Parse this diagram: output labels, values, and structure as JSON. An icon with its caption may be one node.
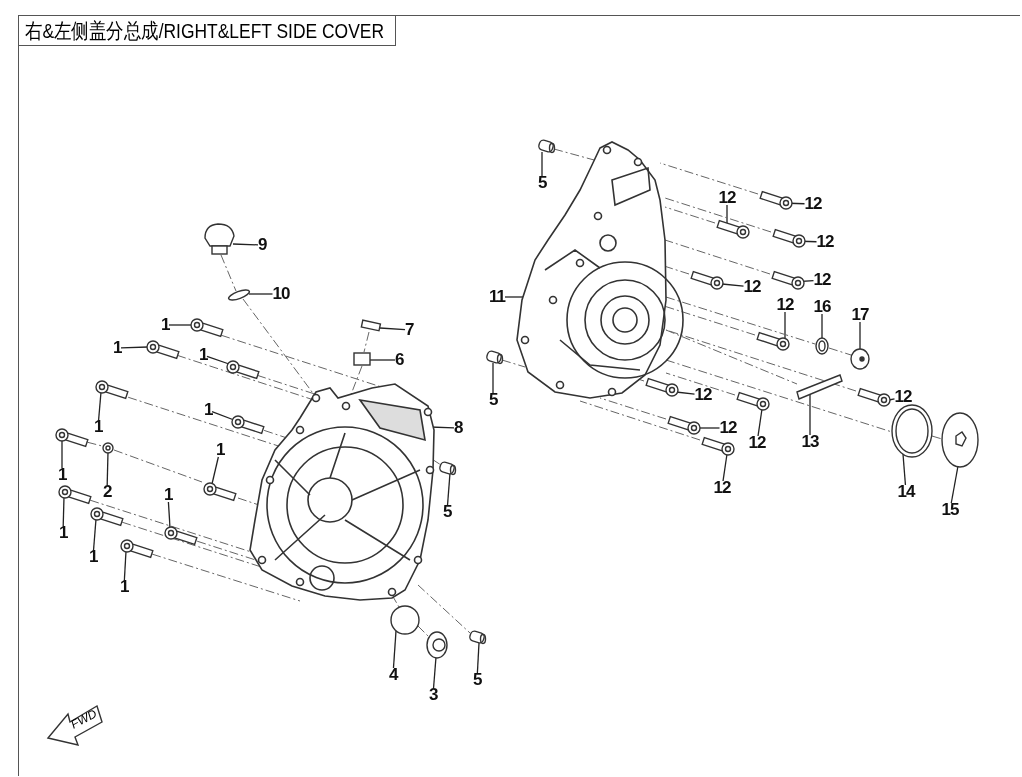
{
  "diagram": {
    "title": "右&左侧盖分总成/RIGHT&LEFT SIDE COVER",
    "nodes": [
      {
        "text": [
          "5"
        ]
      },
      {
        "text": [
          "12"
        ]
      },
      {
        "text": [
          "12"
        ]
      },
      {
        "text": [
          "12"
        ]
      },
      {
        "text": [
          "9"
        ]
      },
      {
        "text": [
          "12"
        ]
      },
      {
        "text": [
          "12"
        ]
      },
      {
        "text": [
          "10"
        ]
      },
      {
        "text": [
          "11"
        ]
      },
      {
        "text": [
          "12"
        ]
      },
      {
        "text": [
          "16"
        ]
      },
      {
        "text": [
          "17"
        ]
      },
      {
        "text": [
          "1"
        ]
      },
      {
        "text": [
          "7"
        ]
      },
      {
        "text": [
          "1"
        ]
      },
      {
        "text": [
          "1"
        ]
      },
      {
        "text": [
          "6"
        ]
      },
      {
        "text": [
          "12"
        ]
      },
      {
        "text": [
          "12"
        ]
      },
      {
        "text": [
          "5"
        ]
      },
      {
        "text": [
          "1"
        ]
      },
      {
        "text": [
          "1"
        ]
      },
      {
        "text": [
          "8"
        ]
      },
      {
        "text": [
          "12"
        ]
      },
      {
        "text": [
          "13"
        ]
      },
      {
        "text": [
          "12"
        ]
      },
      {
        "text": [
          "1"
        ]
      },
      {
        "text": [
          "1"
        ]
      },
      {
        "text": [
          "12"
        ]
      },
      {
        "text": [
          "14"
        ]
      },
      {
        "text": [
          "2"
        ]
      },
      {
        "text": [
          "1"
        ]
      },
      {
        "text": [
          "15"
        ]
      },
      {
        "text": [
          "5"
        ]
      },
      {
        "text": [
          "1"
        ]
      },
      {
        "text": [
          "1"
        ]
      },
      {
        "text": [
          "1"
        ]
      },
      {
        "text": [
          "4"
        ]
      },
      {
        "text": [
          "5"
        ]
      },
      {
        "text": [
          "3"
        ]
      },
      {
        "text": [],
        "shape": "cylinder"
      },
      {
        "text": [],
        "shape": "bolt"
      },
      {
        "text": [],
        "shape": "bolt"
      },
      {
        "text": [],
        "shape": "bolt"
      },
      {
        "text": [],
        "shape": "cap"
      },
      {
        "text": [],
        "shape": "bolt"
      },
      {
        "text": [],
        "shape": "bolt"
      },
      {
        "text": [],
        "shape": "ring"
      },
      {
        "text": [],
        "shape": "picture"
      },
      {
        "text": [],
        "shape": "bolt"
      },
      {
        "text": [],
        "shape": "ring"
      },
      {
        "text": [],
        "shape": "circle"
      },
      {
        "text": [],
        "shape": "bolt"
      },
      {
        "text": [],
        "shape": "cylinder"
      },
      {
        "text": [],
        "shape": "bolt"
      },
      {
        "text": [],
        "shape": "bolt"
      },
      {
        "text": [],
        "shape": "cylinder"
      },
      {
        "text": [],
        "shape": "bolt"
      },
      {
        "text": [],
        "shape": "bolt"
      },
      {
        "text": [],
        "shape": "cylinder"
      },
      {
        "text": [],
        "shape": "bolt"
      },
      {
        "text": [],
        "shape": "bolt"
      },
      {
        "text": [],
        "shape": "picture"
      },
      {
        "text": [],
        "shape": "bolt"
      },
      {
        "text": [],
        "shape": "bar"
      },
      {
        "text": [],
        "shape": "bolt"
      },
      {
        "text": [],
        "shape": "bolt"
      },
      {
        "text": [],
        "shape": "bolt"
      },
      {
        "text": [],
        "shape": "bolt"
      },
      {
        "text": [],
        "shape": "ring"
      },
      {
        "text": [],
        "shape": "ring"
      },
      {
        "text": [],
        "shape": "bolt"
      },
      {
        "text": [],
        "shape": "circle"
      },
      {
        "text": [],
        "shape": "cylinder"
      },
      {
        "text": [],
        "shape": "bolt"
      },
      {
        "text": [],
        "shape": "bolt"
      },
      {
        "text": [],
        "shape": "bolt"
      },
      {
        "text": [],
        "shape": "ring"
      },
      {
        "text": [],
        "shape": "cylinder"
      },
      {
        "text": [],
        "shape": "circle"
      }
    ],
    "edges": [
      {
        "from": 0,
        "to": 40,
        "arrow": "none"
      },
      {
        "from": 1,
        "to": 41,
        "arrow": "none"
      },
      {
        "from": 2,
        "to": 42,
        "arrow": "none"
      },
      {
        "from": 3,
        "to": 43,
        "arrow": "none"
      },
      {
        "from": 4,
        "to": 44,
        "arrow": "none"
      },
      {
        "from": 5,
        "to": 45,
        "arrow": "none"
      },
      {
        "from": 6,
        "to": 46,
        "arrow": "none"
      },
      {
        "from": 7,
        "to": 47,
        "arrow": "none"
      },
      {
        "from": 8,
        "to": 48,
        "arrow": "none"
      },
      {
        "from": 9,
        "to": 49,
        "arrow": "none"
      },
      {
        "from": 10,
        "to": 50,
        "arrow": "none"
      },
      {
        "from": 11,
        "to": 51,
        "arrow": "none"
      },
      {
        "from": 12,
        "to": 52,
        "arrow": "none"
      },
      {
        "from": 13,
        "to": 53,
        "arrow": "none"
      },
      {
        "from": 14,
        "to": 54,
        "arrow": "none"
      },
      {
        "from": 15,
        "to": 55,
        "arrow": "none"
      },
      {
        "from": 16,
        "to": 56,
        "arrow": "none"
      },
      {
        "from": 17,
        "to": 57,
        "arrow": "none"
      },
      {
        "from": 18,
        "to": 58,
        "arrow": "none"
      },
      {
        "from": 19,
        "to": 59,
        "arrow": "none"
      },
      {
        "from": 20,
        "to": 60,
        "arrow": "none"
      },
      {
        "from": 21,
        "to": 61,
        "arrow": "none"
      },
      {
        "from": 22,
        "to": 62,
        "arrow": "none"
      },
      {
        "from": 23,
        "to": 63,
        "arrow": "none"
      },
      {
        "from": 24,
        "to": 64,
        "arrow": "none"
      },
      {
        "from": 25,
        "to": 65,
        "arrow": "none"
      },
      {
        "from": 26,
        "to": 66,
        "arrow": "none"
      },
      {
        "from": 27,
        "to": 67,
        "arrow": "none"
      },
      {
        "from": 28,
        "to": 68,
        "arrow": "none"
      },
      {
        "from": 29,
        "to": 69,
        "arrow": "none"
      },
      {
        "from": 30,
        "to": 70,
        "arrow": "none"
      },
      {
        "from": 31,
        "to": 71,
        "arrow": "none"
      },
      {
        "from": 32,
        "to": 72,
        "arrow": "none"
      },
      {
        "from": 33,
        "to": 73,
        "arrow": "none"
      },
      {
        "from": 34,
        "to": 74,
        "arrow": "none"
      },
      {
        "from": 35,
        "to": 75,
        "arrow": "none"
      },
      {
        "from": 36,
        "to": 76,
        "arrow": "none"
      },
      {
        "from": 37,
        "to": 77,
        "arrow": "none"
      },
      {
        "from": 38,
        "to": 78,
        "arrow": "none"
      },
      {
        "from": 39,
        "to": 79,
        "arrow": "none"
      },
      {
        "from": 52,
        "to": 62,
        "arrow": "none",
        "style": "dashed"
      },
      {
        "from": 54,
        "to": 62,
        "arrow": "none",
        "style": "dashed"
      },
      {
        "from": 55,
        "to": 62,
        "arrow": "none",
        "style": "dashed"
      },
      {
        "from": 61,
        "to": 62,
        "arrow": "none",
        "style": "dashed"
      },
      {
        "from": 60,
        "to": 62,
        "arrow": "none",
        "style": "dashed"
      },
      {
        "from": 66,
        "to": 62,
        "arrow": "none",
        "style": "dashed"
      },
      {
        "from": 67,
        "to": 70,
        "arrow": "none",
        "style": "dashed"
      },
      {
        "from": 70,
        "to": 66,
        "arrow": "none",
        "style": "dashed"
      },
      {
        "from": 74,
        "to": 62,
        "arrow": "none",
        "style": "dashed"
      },
      {
        "from": 75,
        "to": 62,
        "arrow": "none",
        "style": "dashed"
      },
      {
        "from": 71,
        "to": 62,
        "arrow": "none",
        "style": "dashed"
      },
      {
        "from": 76,
        "to": 62,
        "arrow": "none",
        "style": "dashed"
      },
      {
        "from": 44,
        "to": 47,
        "arrow": "none",
        "style": "dashed"
      },
      {
        "from": 47,
        "to": 62,
        "arrow": "none",
        "style": "dashed"
      },
      {
        "from": 53,
        "to": 56,
        "arrow": "none",
        "style": "dashed"
      },
      {
        "from": 56,
        "to": 62,
        "arrow": "none",
        "style": "dashed"
      },
      {
        "from": 62,
        "to": 73,
        "arrow": "none",
        "style": "dashed"
      },
      {
        "from": 62,
        "to": 77,
        "arrow": "none",
        "style": "dashed"
      },
      {
        "from": 77,
        "to": 79,
        "arrow": "none",
        "style": "dashed"
      },
      {
        "from": 62,
        "to": 78,
        "arrow": "none",
        "style": "dashed"
      },
      {
        "from": 40,
        "to": 48,
        "arrow": "none",
        "style": "dashed"
      },
      {
        "from": 59,
        "to": 48,
        "arrow": "none",
        "style": "dashed"
      },
      {
        "from": 41,
        "to": 48,
        "arrow": "none",
        "style": "dashed"
      },
      {
        "from": 42,
        "to": 48,
        "arrow": "none",
        "style": "dashed"
      },
      {
        "from": 43,
        "to": 48,
        "arrow": "none",
        "style": "dashed"
      },
      {
        "from": 46,
        "to": 48,
        "arrow": "none",
        "style": "dashed"
      },
      {
        "from": 45,
        "to": 48,
        "arrow": "none",
        "style": "dashed"
      },
      {
        "from": 49,
        "to": 48,
        "arrow": "none",
        "style": "dashed"
      },
      {
        "from": 57,
        "to": 48,
        "arrow": "none",
        "style": "dashed"
      },
      {
        "from": 58,
        "to": 48,
        "arrow": "none",
        "style": "dashed"
      },
      {
        "from": 63,
        "to": 48,
        "arrow": "none",
        "style": "dashed"
      },
      {
        "from": 65,
        "to": 48,
        "arrow": "none",
        "style": "dashed"
      },
      {
        "from": 68,
        "to": 48,
        "arrow": "none",
        "style": "dashed"
      },
      {
        "from": 48,
        "to": 50,
        "arrow": "none",
        "style": "dashed"
      },
      {
        "from": 50,
        "to": 51,
        "arrow": "none",
        "style": "dashed"
      },
      {
        "from": 48,
        "to": 64,
        "arrow": "none",
        "style": "dashed"
      },
      {
        "from": 48,
        "to": 69,
        "arrow": "none",
        "style": "dashed"
      },
      {
        "from": 69,
        "to": 72,
        "arrow": "none",
        "style": "dashed"
      }
    ],
    "labels": [
      "FWD"
    ]
  }
}
